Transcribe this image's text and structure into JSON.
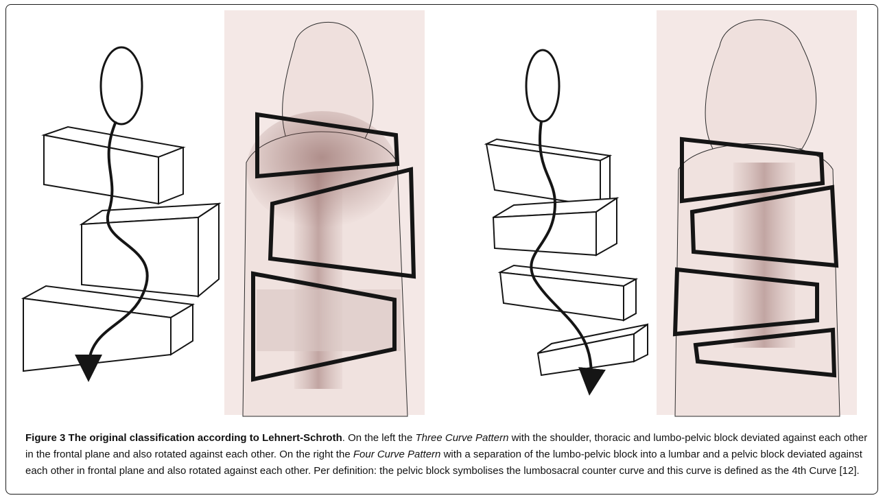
{
  "figure": {
    "label": "Figure 3",
    "title": "The original classification according to Lehnert-Schroth",
    "caption_part1": "On the left the",
    "pattern_three": "Three Curve Pattern",
    "caption_part2": "with the shoulder, thoracic and lumbo-pelvic block deviated against each other in the frontal plane and also rotated against each other. On the right the",
    "pattern_four": "Four Curve Pattern",
    "caption_part3": "with a separation of the lumbo-pelvic block into a lumbar and a pelvic block deviated against each other in frontal plane and also rotated against each other. Per definition: the pelvic block symbolises the lumbosacral counter curve and this curve is defined as the 4th Curve [12]."
  },
  "panels": [
    {
      "name": "three-curve-block-diagram",
      "blocks": 3
    },
    {
      "name": "three-curve-patient-photo",
      "blocks": 3
    },
    {
      "name": "four-curve-block-diagram",
      "blocks": 4
    },
    {
      "name": "four-curve-patient-photo",
      "blocks": 4
    }
  ],
  "colors": {
    "ink": "#151515",
    "photo_bg": "#f4e8e6",
    "shadow": "#8a5c58"
  }
}
